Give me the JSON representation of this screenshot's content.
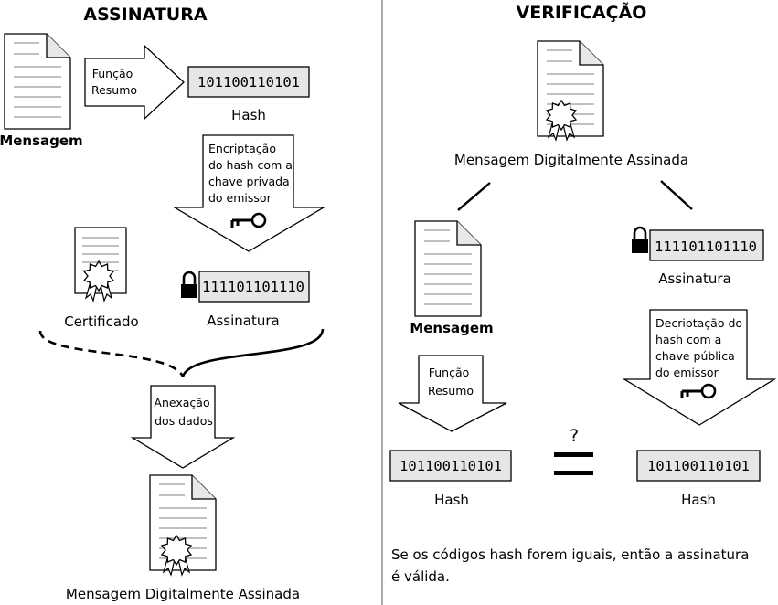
{
  "signing": {
    "title": "ASSINATURA",
    "message_label": "Mensagem",
    "hash_function_label": [
      "Função",
      "Resumo"
    ],
    "hash_value": "101100110101",
    "hash_label": "Hash",
    "encrypt_step_label": [
      "Encriptação",
      "do hash com a",
      "chave privada",
      "do emissor"
    ],
    "certificate_label": "Certificado",
    "signature_value": "111101101110",
    "signature_label": "Assinatura",
    "attach_step_label": [
      "Anexação",
      "dos dados"
    ],
    "signed_message_label": "Mensagem Digitalmente Assinada"
  },
  "verification": {
    "title": "VERIFICAÇÃO",
    "signed_message_label": "Mensagem Digitalmente Assinada",
    "message_label": "Mensagem",
    "signature_value": "111101101110",
    "signature_label": "Assinatura",
    "hash_function_label": [
      "Função",
      "Resumo"
    ],
    "decrypt_step_label": [
      "Decriptação do",
      "hash com a",
      "chave pública",
      "do emissor"
    ],
    "hash_left_value": "101100110101",
    "hash_left_label": "Hash",
    "equality_question": "?",
    "hash_right_value": "101100110101",
    "hash_right_label": "Hash",
    "conclusion_lines": [
      "Se os códigos hash forem iguais, então a assinatura",
      "é válida."
    ]
  },
  "colors": {
    "box_fill": "#e6e6e6",
    "stroke": "#000000",
    "doc_lines": "#999999"
  }
}
